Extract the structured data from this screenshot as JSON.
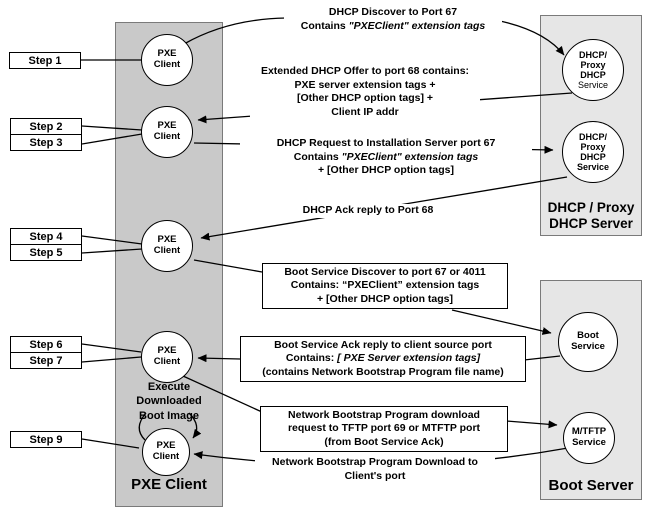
{
  "colors": {
    "client_column_fill": "#c9c9c9",
    "server_panel_fill": "#e6e6e6",
    "line_color": "#000000"
  },
  "client_column": {
    "title": "PXE Client",
    "execute_note": {
      "l1": "Execute",
      "l2": "Downloaded",
      "l3": "Boot Image"
    },
    "circle": {
      "l1": "PXE",
      "l2": "Client"
    }
  },
  "dhcp_panel": {
    "title_l1": "DHCP / Proxy",
    "title_l2": "DHCP Server",
    "circle": {
      "l1": "DHCP/",
      "l2": "Proxy",
      "l3": "DHCP",
      "l4": "Service"
    }
  },
  "boot_panel": {
    "title": "Boot Server",
    "boot_circle": {
      "l1": "Boot",
      "l2": "Service"
    },
    "mtftp_circle": {
      "l1": "M/TFTP",
      "l2": "Service"
    }
  },
  "steps": {
    "s1": "Step 1",
    "s2": "Step 2",
    "s3": "Step 3",
    "s4": "Step 4",
    "s5": "Step 5",
    "s6": "Step 6",
    "s7": "Step 7",
    "s9": "Step 9"
  },
  "messages": {
    "discover": {
      "l1": "DHCP Discover to Port 67",
      "l2a": "Contains ",
      "l2b": "\"PXEClient\" extension tags"
    },
    "offer": {
      "l1": "Extended DHCP Offer to port 68 contains:",
      "l2": "PXE server extension tags +",
      "l3": "[Other DHCP option tags] +",
      "l4": "Client IP addr"
    },
    "request": {
      "l1": "DHCP Request to Installation Server port 67",
      "l2a": "Contains ",
      "l2b": "\"PXEClient\" extension tags",
      "l3": "+ [Other DHCP option tags]"
    },
    "ack": {
      "l1": "DHCP Ack reply to Port 68"
    },
    "bs_discover": {
      "l1": "Boot Service Discover to port 67 or 4011",
      "l2": "Contains: “PXEClient” extension tags",
      "l3": "+ [Other DHCP option tags]"
    },
    "bs_ack": {
      "l1": "Boot Service Ack reply to client source port",
      "l2a": "Contains: ",
      "l2b": "[ PXE Server extension tags]",
      "l3": "(contains Network Bootstrap Program file name)"
    },
    "nbp_request": {
      "l1": "Network Bootstrap Program download",
      "l2": "request to TFTP port 69 or MTFTP port",
      "l3": "(from Boot Service Ack)"
    },
    "nbp_download": {
      "l1": "Network Bootstrap Program Download to",
      "l2": "Client's port"
    }
  }
}
